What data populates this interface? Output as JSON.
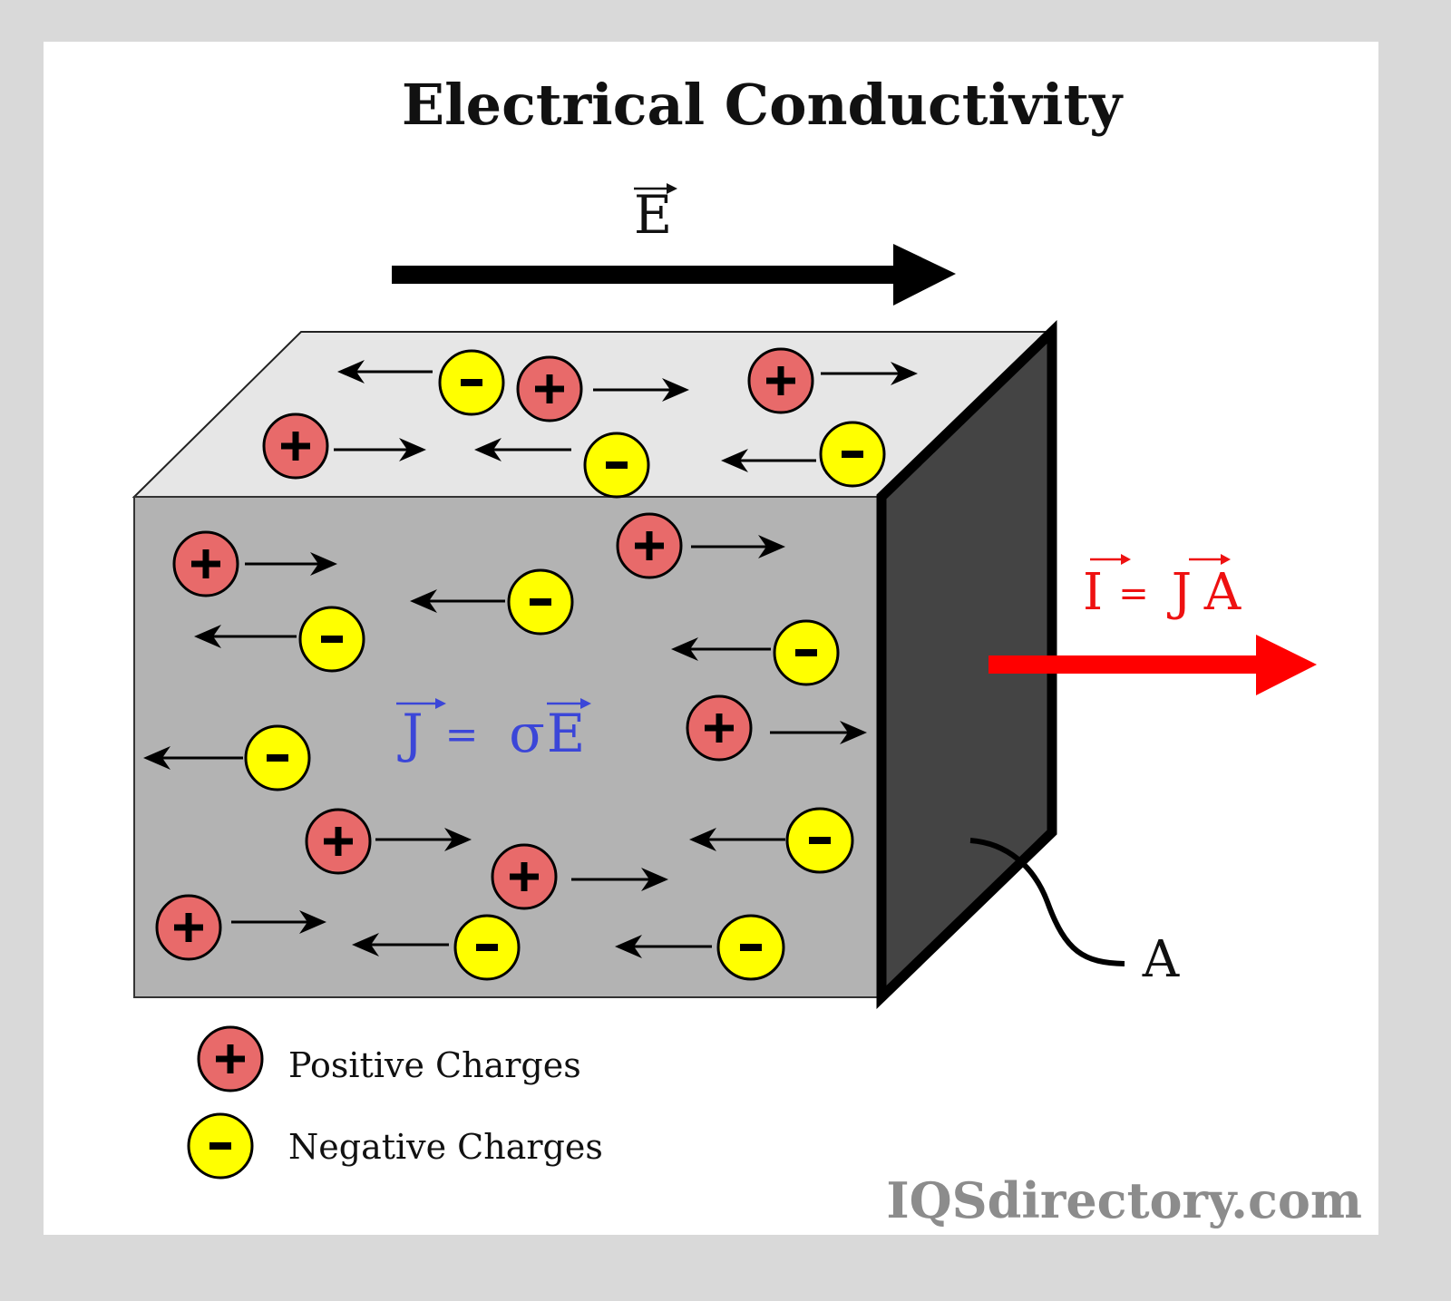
{
  "title": "Electrical Conductivity",
  "field_label": "E",
  "equation_current_density": {
    "lhs": "J",
    "eq": "=",
    "rhs_sigma": "σ",
    "rhs_vec": "E"
  },
  "equation_current": {
    "lhs": "I",
    "eq": "=",
    "rhs_vec": "J",
    "rhs_scalar": "A"
  },
  "area_label": "A",
  "legend": [
    {
      "symbol": "+",
      "kind": "positive",
      "label": "Positive Charges"
    },
    {
      "symbol": "-",
      "kind": "negative",
      "label": "Negative Charges"
    }
  ],
  "watermark": "IQSdirectory.com",
  "colors": {
    "positive_fill": "#e86a6a",
    "negative_fill": "#ffff00",
    "field_arrow": "#000000",
    "current_arrow": "#ff0000",
    "current_density_text": "#3b46d8",
    "current_text": "#ee1111",
    "front_face": "#b3b3b3",
    "top_face": "#e6e6e6",
    "side_face": "#444444",
    "watermark": "#8c8c8c"
  },
  "charges": [
    {
      "kind": "negative",
      "face": "top",
      "drift": "left"
    },
    {
      "kind": "positive",
      "face": "top",
      "drift": "right"
    },
    {
      "kind": "positive",
      "face": "top",
      "drift": "right"
    },
    {
      "kind": "positive",
      "face": "top",
      "drift": "right"
    },
    {
      "kind": "negative",
      "face": "top",
      "drift": "left"
    },
    {
      "kind": "negative",
      "face": "top",
      "drift": "left"
    },
    {
      "kind": "positive",
      "face": "front",
      "drift": "right"
    },
    {
      "kind": "positive",
      "face": "front",
      "drift": "right"
    },
    {
      "kind": "negative",
      "face": "front",
      "drift": "left"
    },
    {
      "kind": "negative",
      "face": "front",
      "drift": "left"
    },
    {
      "kind": "negative",
      "face": "front",
      "drift": "left"
    },
    {
      "kind": "negative",
      "face": "front",
      "drift": "left"
    },
    {
      "kind": "positive",
      "face": "front",
      "drift": "right"
    },
    {
      "kind": "positive",
      "face": "front",
      "drift": "right"
    },
    {
      "kind": "negative",
      "face": "front",
      "drift": "left"
    },
    {
      "kind": "positive",
      "face": "front",
      "drift": "right"
    },
    {
      "kind": "positive",
      "face": "front",
      "drift": "right"
    },
    {
      "kind": "negative",
      "face": "front",
      "drift": "left"
    },
    {
      "kind": "negative",
      "face": "front",
      "drift": "left"
    }
  ]
}
